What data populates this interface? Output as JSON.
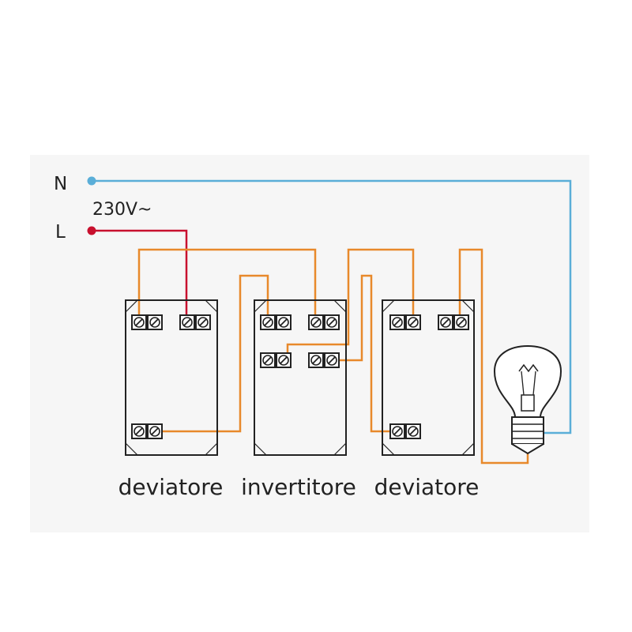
{
  "supply": {
    "neutral_label": "N",
    "line_label": "L",
    "voltage_label": "230V~"
  },
  "devices": [
    {
      "label": "deviatore"
    },
    {
      "label": "invertitore"
    },
    {
      "label": "deviatore"
    }
  ],
  "colors": {
    "background_panel": "#f6f6f6",
    "neutral_wire": "#5aaed8",
    "line_wire": "#c8102e",
    "switch_wire": "#e8892b",
    "outline": "#222222"
  },
  "icons": [
    "terminal-icon",
    "light-bulb-icon"
  ]
}
